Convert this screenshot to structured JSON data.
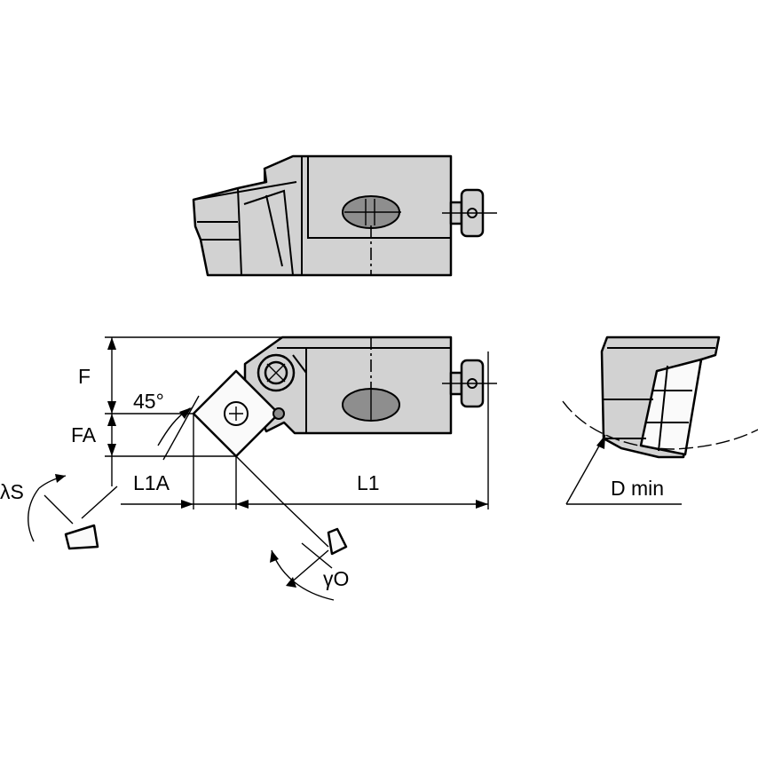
{
  "labels": {
    "F": "F",
    "FA": "FA",
    "angle45": "45°",
    "lambdaS": "λS",
    "L1A": "L1A",
    "L1": "L1",
    "gammaO": "γO",
    "Dmin": "D min"
  }
}
